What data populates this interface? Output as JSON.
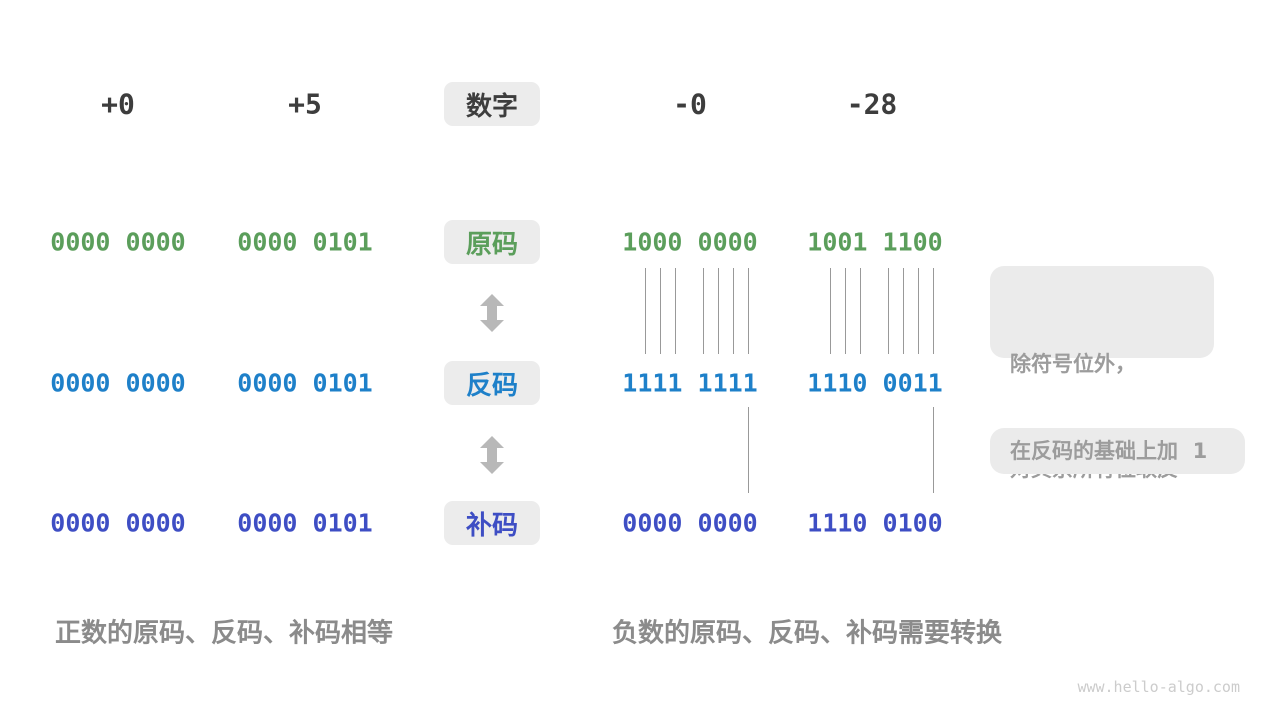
{
  "rows": {
    "header": {
      "label": "数字",
      "values": [
        "+0",
        "+5",
        "-0",
        "-28"
      ]
    },
    "sign_magnitude": {
      "label": "原码",
      "values": [
        "0000 0000",
        "0000 0101",
        "1000 0000",
        "1001 1100"
      ]
    },
    "ones_complement": {
      "label": "反码",
      "values": [
        "0000 0000",
        "0000 0101",
        "1111 1111",
        "1110 0011"
      ]
    },
    "twos_complement": {
      "label": "补码",
      "values": [
        "0000 0000",
        "0000 0101",
        "0000 0000",
        "1110 0100"
      ]
    }
  },
  "annotations": {
    "invert_note": {
      "line1": "除符号位外，",
      "line2": "对其余所有位取反"
    },
    "add_one_note": "在反码的基础上加  1"
  },
  "captions": {
    "positive": "正数的原码、反码、补码相等",
    "negative": "负数的原码、反码、补码需要转换"
  },
  "watermark": "www.hello-algo.com",
  "colors": {
    "text-dark": "#3d3d3d",
    "green": "#5b9e5b",
    "blue": "#1e80c9",
    "indigo": "#3e4ec4",
    "chip-bg": "#ececec",
    "note-bg": "#ebebeb",
    "note-text": "#9c9c9c",
    "caption": "#8b8b8b",
    "line": "#999999",
    "arrow": "#b8b8b8",
    "watermark": "#cccccc"
  }
}
